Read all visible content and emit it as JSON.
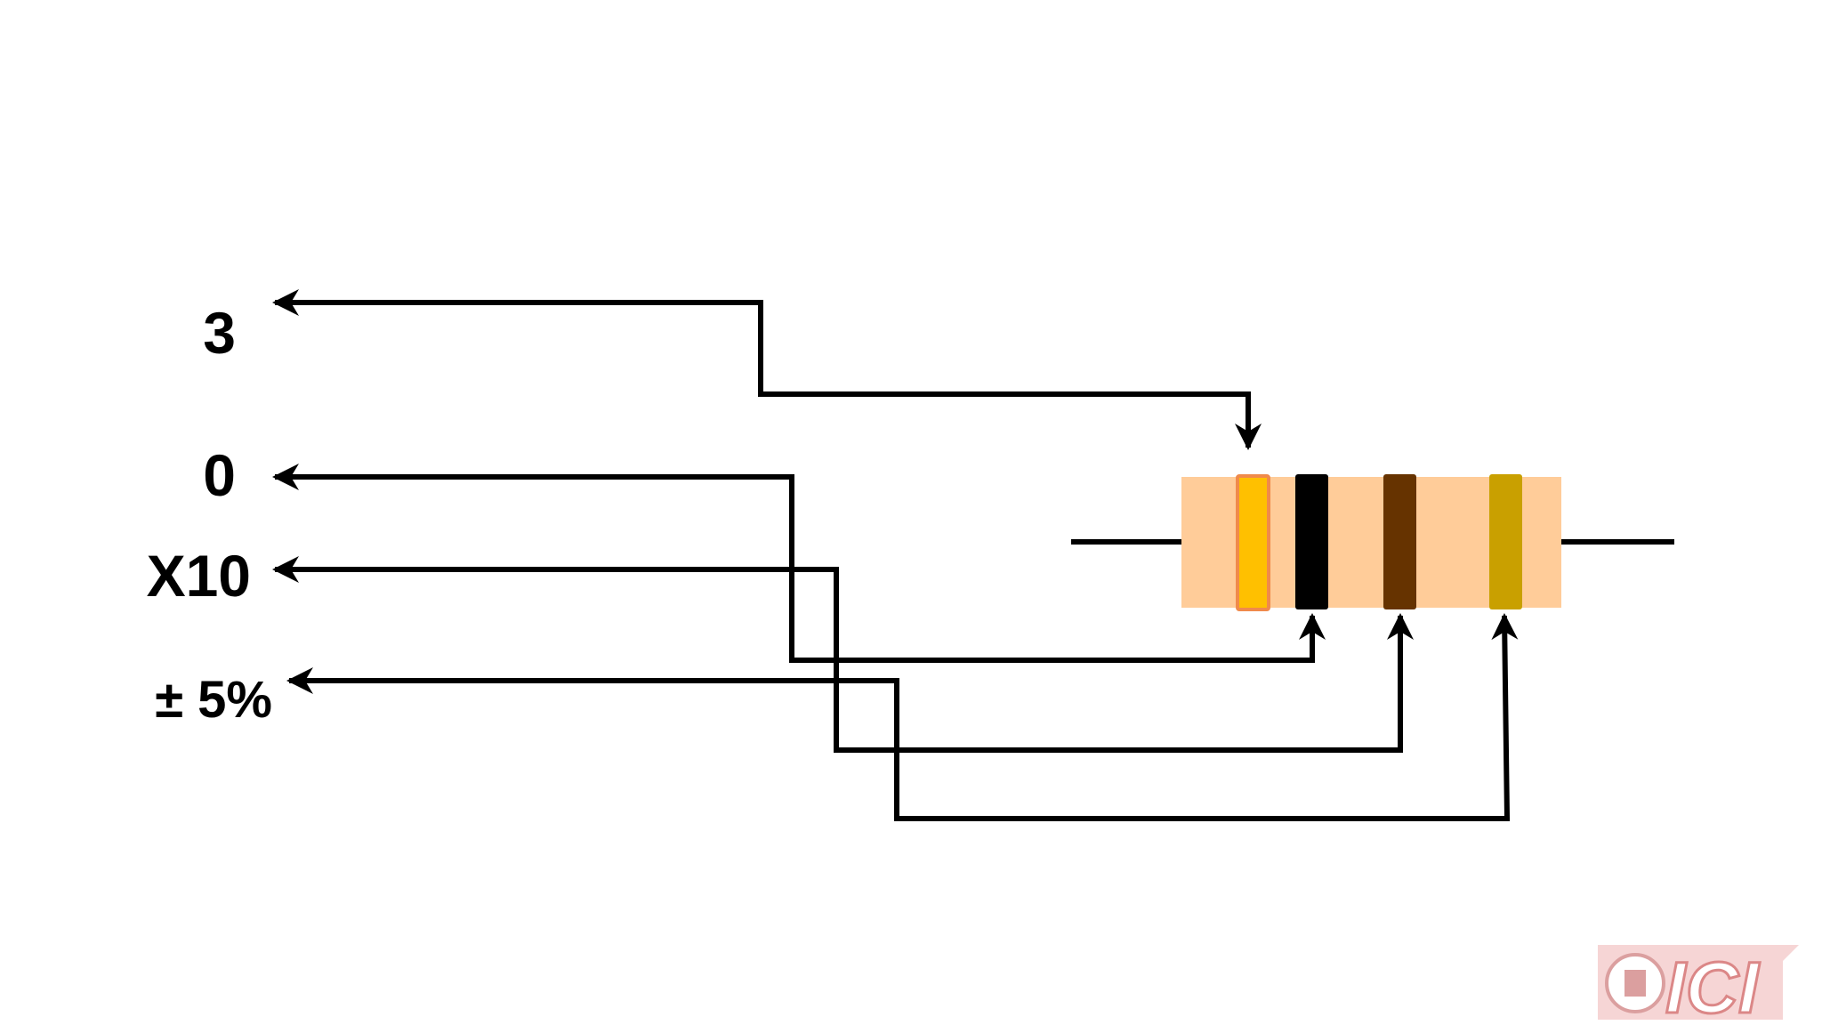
{
  "labels": {
    "first_digit": "3",
    "second_digit": "0",
    "multiplier": "X10",
    "tolerance": "± 5%"
  },
  "resistor": {
    "body_color": "#FFCC99",
    "lead_color": "#000000",
    "bands": [
      {
        "name": "orange",
        "color": "#FFC000",
        "outline": "#F08A4B"
      },
      {
        "name": "black",
        "color": "#000000"
      },
      {
        "name": "brown",
        "color": "#663300"
      },
      {
        "name": "gold",
        "color": "#C9A000"
      }
    ]
  },
  "logo": {
    "text": "ICI",
    "color": "#E07070"
  }
}
